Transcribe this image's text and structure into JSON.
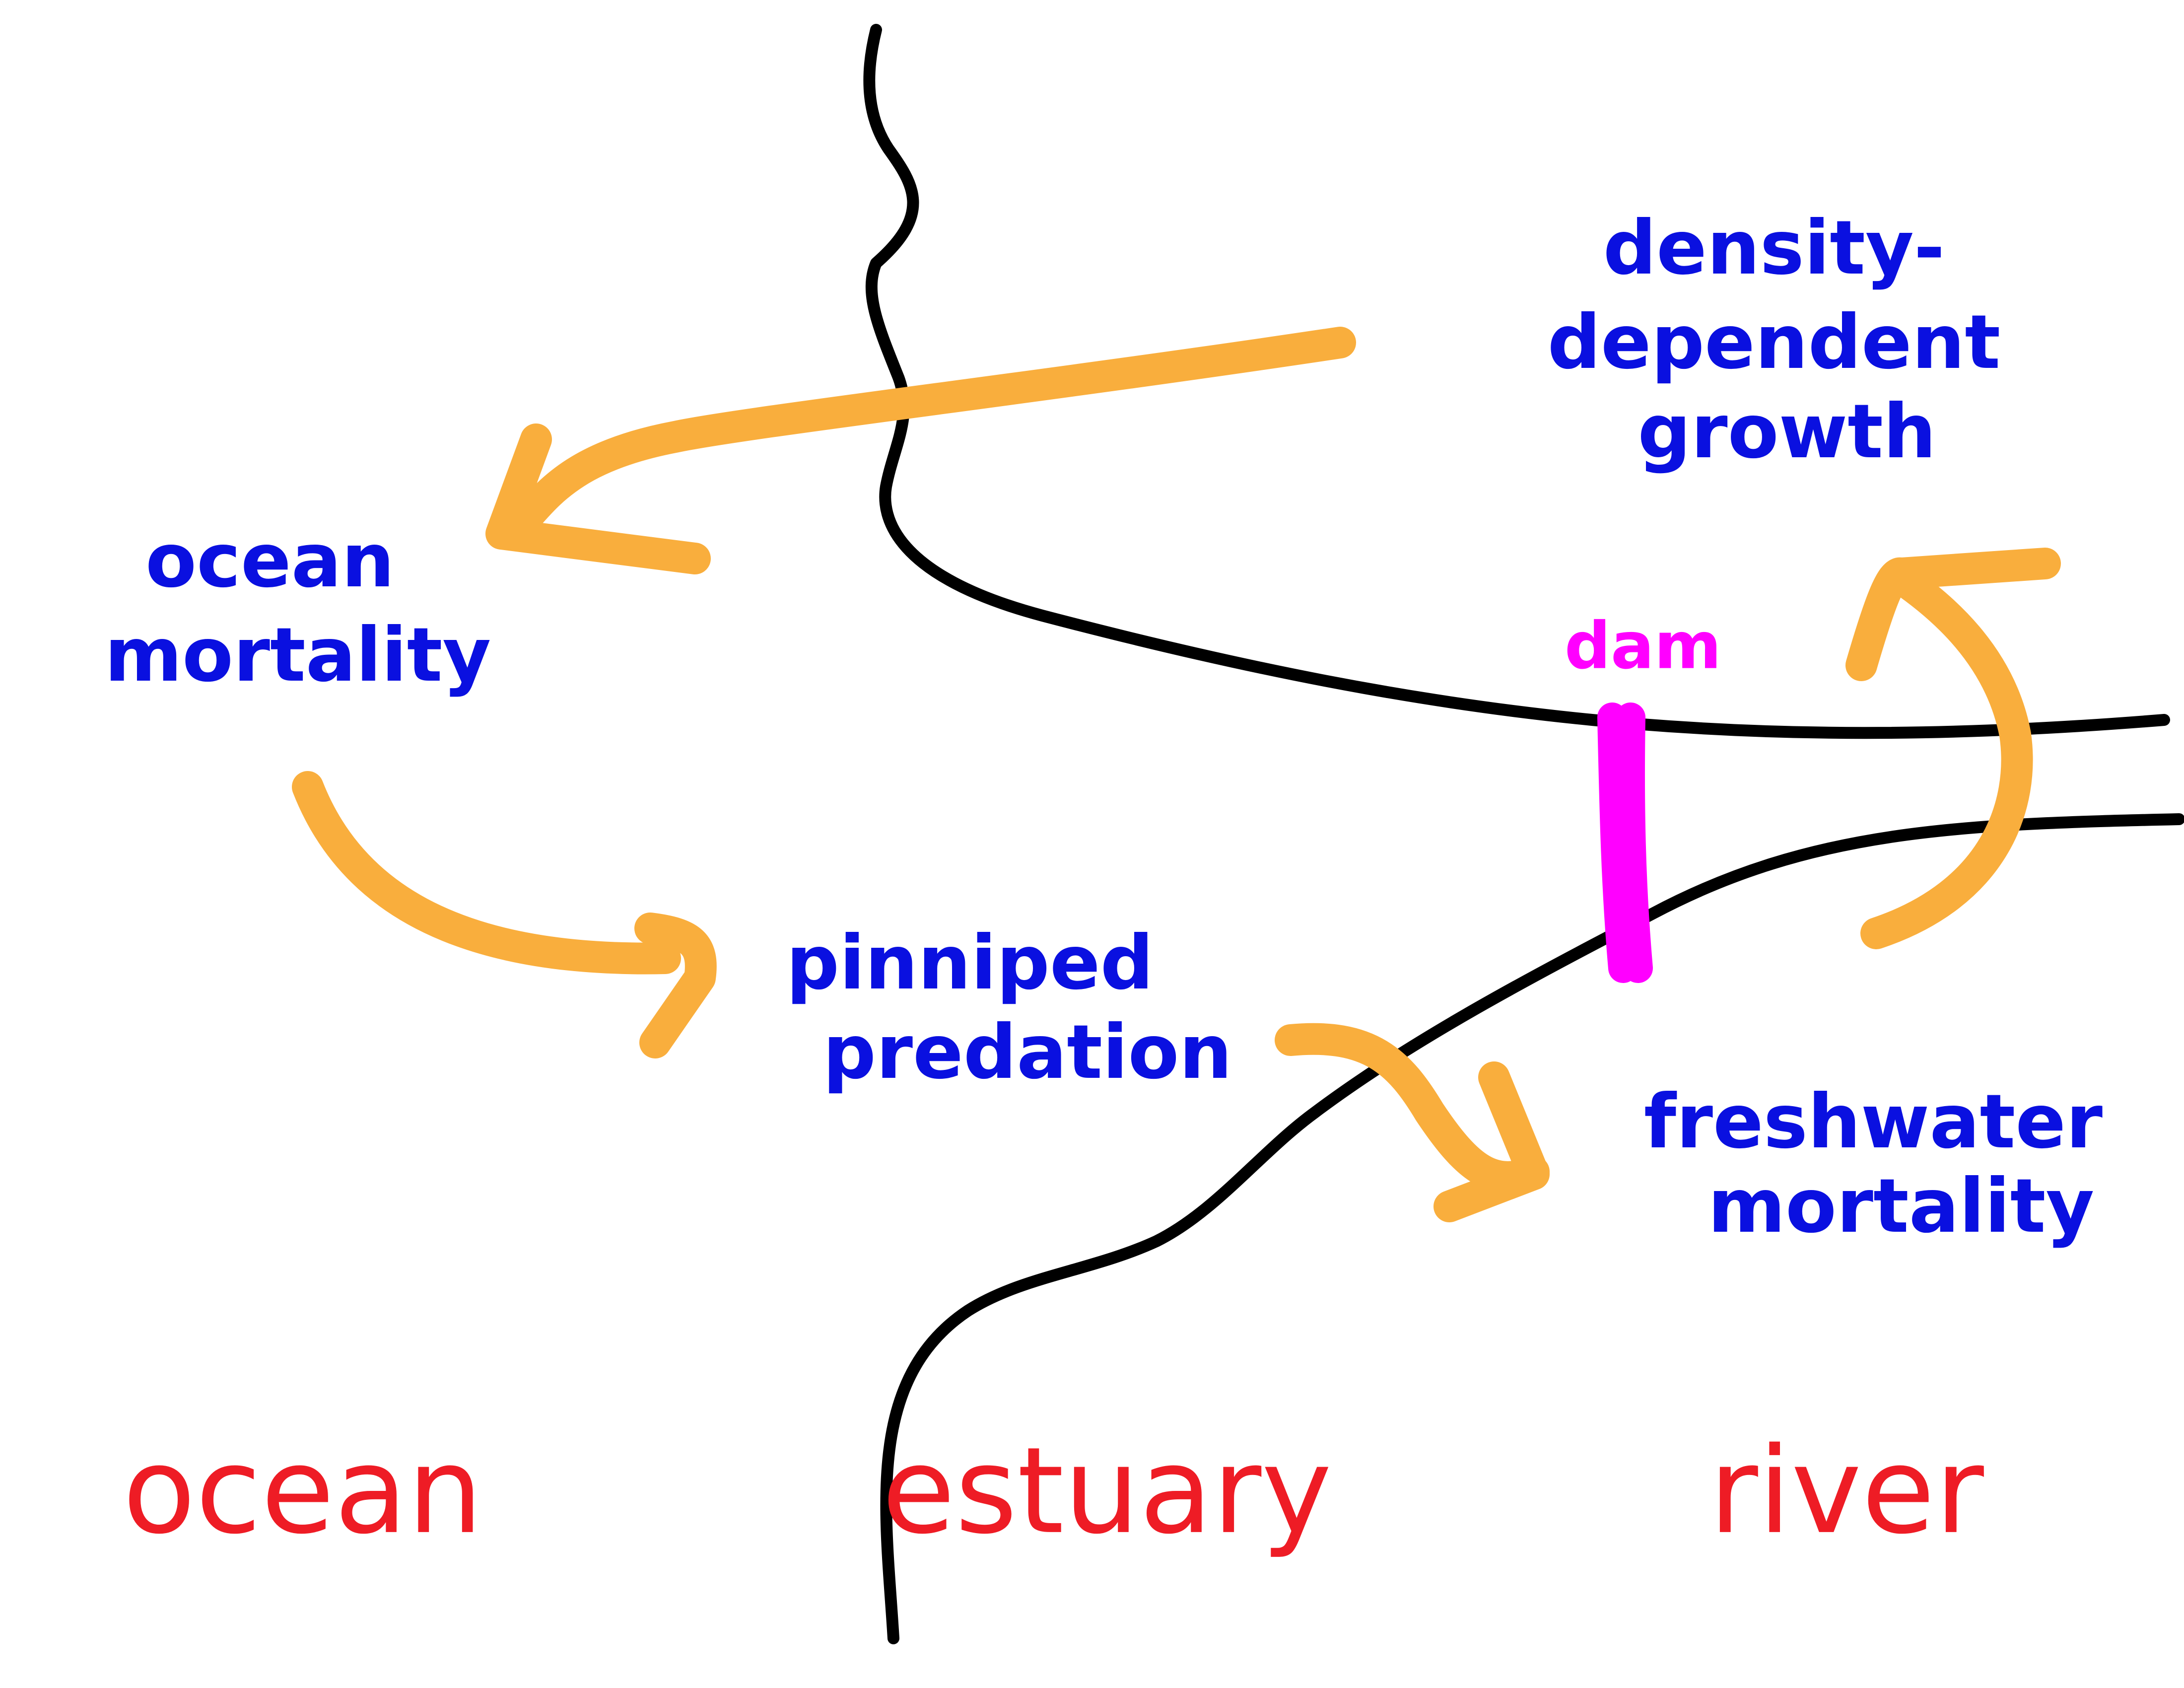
{
  "colors": {
    "shoreline": "#000000",
    "arrow": "#F9AE3D",
    "process_text": "#0A10E0",
    "region_text": "#EE1C25",
    "dam": "#FF00FF"
  },
  "processes": {
    "density_dependent_growth": [
      "density-",
      "dependent",
      "growth"
    ],
    "ocean_mortality": [
      "ocean",
      "mortality"
    ],
    "pinniped_predation": [
      "pinniped",
      "predation"
    ],
    "freshwater_mortality": [
      "freshwater",
      "mortality"
    ]
  },
  "dam_label": "dam",
  "regions": {
    "ocean": "ocean",
    "estuary": "estuary",
    "river": "river"
  }
}
